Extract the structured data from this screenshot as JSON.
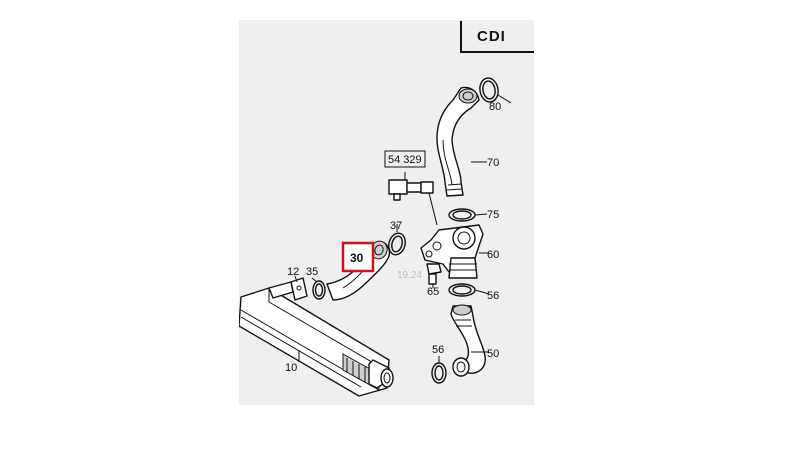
{
  "diagram": {
    "badge": "CDI",
    "watermark": "19.24",
    "highlight_color": "#d0101a",
    "labels": {
      "p80": "80",
      "p70": "70",
      "p54329": "54 329",
      "p75": "75",
      "p37": "37",
      "p60": "60",
      "p30": "30",
      "p12": "12",
      "p35": "35",
      "p65": "65",
      "p56a": "56",
      "p10": "10",
      "p56b": "56",
      "p50": "50"
    }
  }
}
